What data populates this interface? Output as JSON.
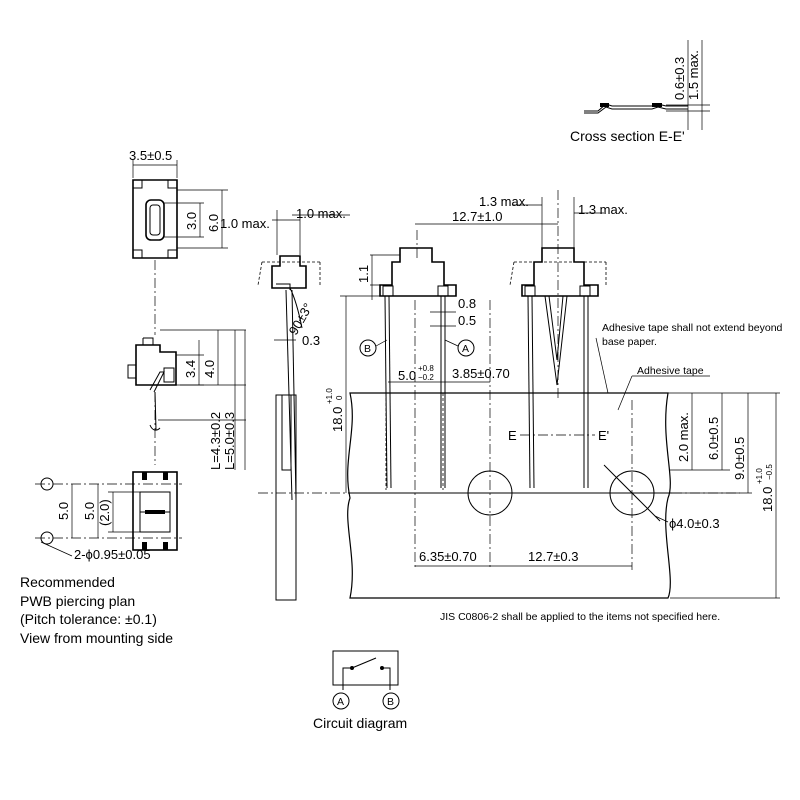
{
  "cross_section": {
    "dim_thickness": "0.6±0.3",
    "dim_max": "1.5 max.",
    "caption": "Cross section E-E'"
  },
  "top_view": {
    "dim_width": "3.5±0.5",
    "dim_inner": "3.0",
    "dim_outer": "6.0"
  },
  "side_view": {
    "dim_left_max": "1.0 max.",
    "dim_right_max": "1.0 max.",
    "dim_angle": "90±3°",
    "dim_lead": "0.3",
    "dim_body_3": "3.4",
    "dim_body_4": "4.0",
    "dim_L1": "L=4.3±0.2",
    "dim_L2": "L=5.0±0.3"
  },
  "piercing": {
    "dim_pitch": "5.0",
    "dim_inner_pitch": "5.0",
    "dim_center": "(2.0)",
    "dim_hole": "2-ϕ0.95±0.05",
    "caption_lines": [
      "Recommended",
      "PWB piercing plan",
      "(Pitch tolerance: ±0.1)",
      "View from mounting side"
    ]
  },
  "taping": {
    "dim_top_left": "1.3 max.",
    "dim_top_right": "1.3 max.",
    "dim_pitch_top": "12.7±1.0",
    "dim_height": "1.1",
    "dim_0_8": "0.8",
    "dim_0_5": "0.5",
    "dim_lead_base": "5.0",
    "dim_lead_tol_hi": "+0.8",
    "dim_lead_tol_lo": "−0.2",
    "dim_3_85": "3.85±0.70",
    "dim_18_left": "18.0",
    "dim_18_left_tol_hi": "+1.0",
    "dim_18_left_tol_lo": "0",
    "dim_2_max": "2.0 max.",
    "dim_6": "6.0±0.5",
    "dim_9": "9.0±0.5",
    "dim_18_right": "18.0",
    "dim_18_right_tol_hi": "+1.0",
    "dim_18_right_tol_lo": "−0.5",
    "dim_hole": "ϕ4.0±0.3",
    "dim_6_35": "6.35±0.70",
    "dim_12_7": "12.7±0.3",
    "note_adhesive_extend": [
      "Adhesive tape shall not extend beyond",
      "base paper."
    ],
    "label_adhesive": "Adhesive tape",
    "label_E": "E",
    "label_E_prime": "E'",
    "label_A": "A",
    "label_B": "B"
  },
  "note_jis": "JIS C0806-2 shall be applied to the items not specified here.",
  "circuit": {
    "label_A": "A",
    "label_B": "B",
    "caption": "Circuit diagram"
  }
}
